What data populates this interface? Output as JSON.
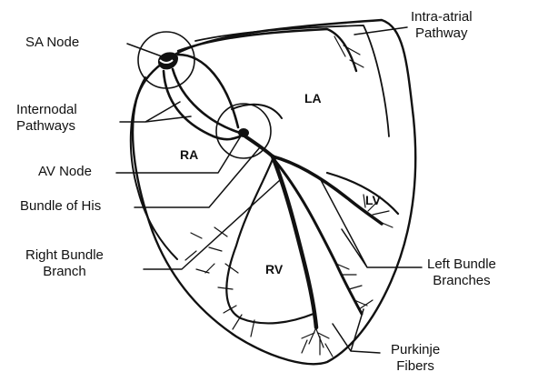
{
  "labels": {
    "sa_node": "SA Node",
    "intra_atrial": [
      "Intra-atrial",
      "Pathway"
    ],
    "internodal": [
      "Internodal",
      "Pathways"
    ],
    "av_node": "AV Node",
    "bundle_of_his": "Bundle of His",
    "right_bundle": [
      "Right Bundle",
      "Branch"
    ],
    "left_bundle": [
      "Left Bundle",
      "Branches"
    ],
    "purkinje": [
      "Purkinje",
      "Fibers"
    ]
  },
  "chambers": {
    "la": "LA",
    "ra": "RA",
    "lv": "LV",
    "rv": "RV"
  },
  "colors": {
    "ink": "#111111",
    "background": "#ffffff"
  }
}
